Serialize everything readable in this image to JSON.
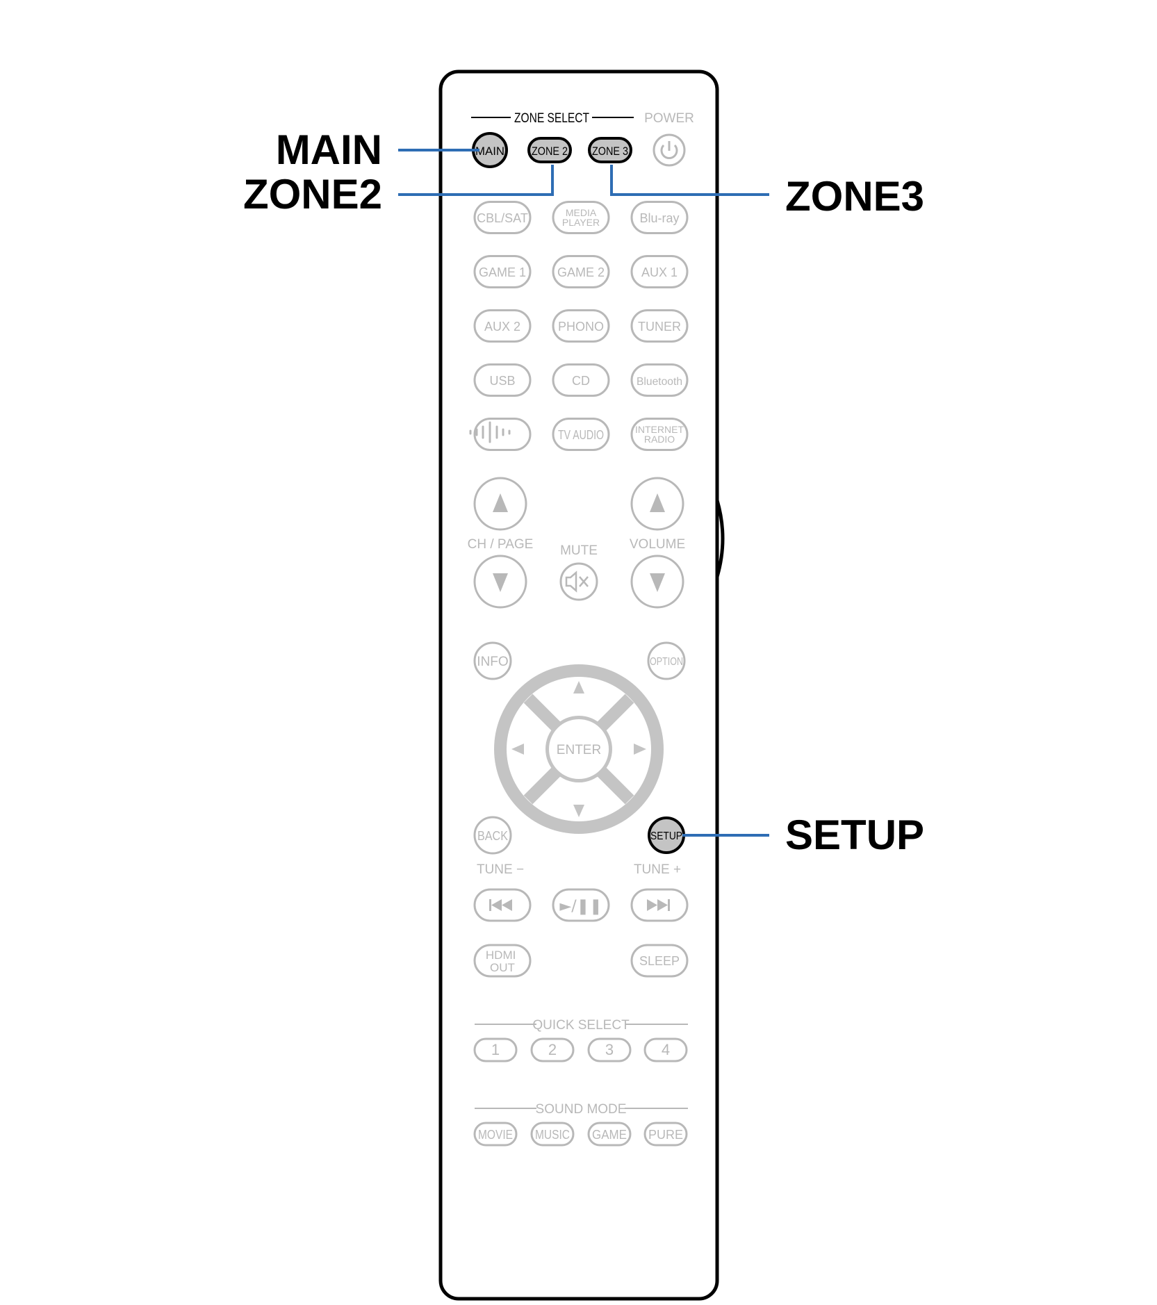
{
  "callouts": {
    "main": "MAIN",
    "zone2": "ZONE2",
    "zone3": "ZONE3",
    "setup": "SETUP"
  },
  "remote": {
    "zone_select_label": "ZONE SELECT",
    "power_label": "POWER",
    "zone_buttons": [
      "MAIN",
      "ZONE 2",
      "ZONE 3"
    ],
    "source_buttons": [
      [
        "CBL/SAT",
        "MEDIA PLAYER",
        "Blu-ray"
      ],
      [
        "GAME 1",
        "GAME 2",
        "AUX 1"
      ],
      [
        "AUX 2",
        "PHONO",
        "TUNER"
      ],
      [
        "USB",
        "CD",
        "Bluetooth"
      ],
      [
        "",
        "TV AUDIO",
        "INTERNET RADIO"
      ]
    ],
    "ch_page_label": "CH / PAGE",
    "mute_label": "MUTE",
    "volume_label": "VOLUME",
    "info_label": "INFO",
    "option_label": "OPTION",
    "enter_label": "ENTER",
    "back_label": "BACK",
    "setup_label": "SETUP",
    "tune_minus_label": "TUNE −",
    "tune_plus_label": "TUNE +",
    "play_pause_label": "►/❚❚",
    "hdmi_out_label": "HDMI OUT",
    "sleep_label": "SLEEP",
    "quick_select_label": "QUICK SELECT",
    "quick_select_buttons": [
      "1",
      "2",
      "3",
      "4"
    ],
    "sound_mode_label": "SOUND MODE",
    "sound_mode_buttons": [
      "MOVIE",
      "MUSIC",
      "GAME",
      "PURE"
    ]
  },
  "colors": {
    "callout_line": "#2e6db4",
    "outline": "#000000",
    "faded": "#b8b8b8",
    "highlight_fill": "#c4c4c4"
  }
}
